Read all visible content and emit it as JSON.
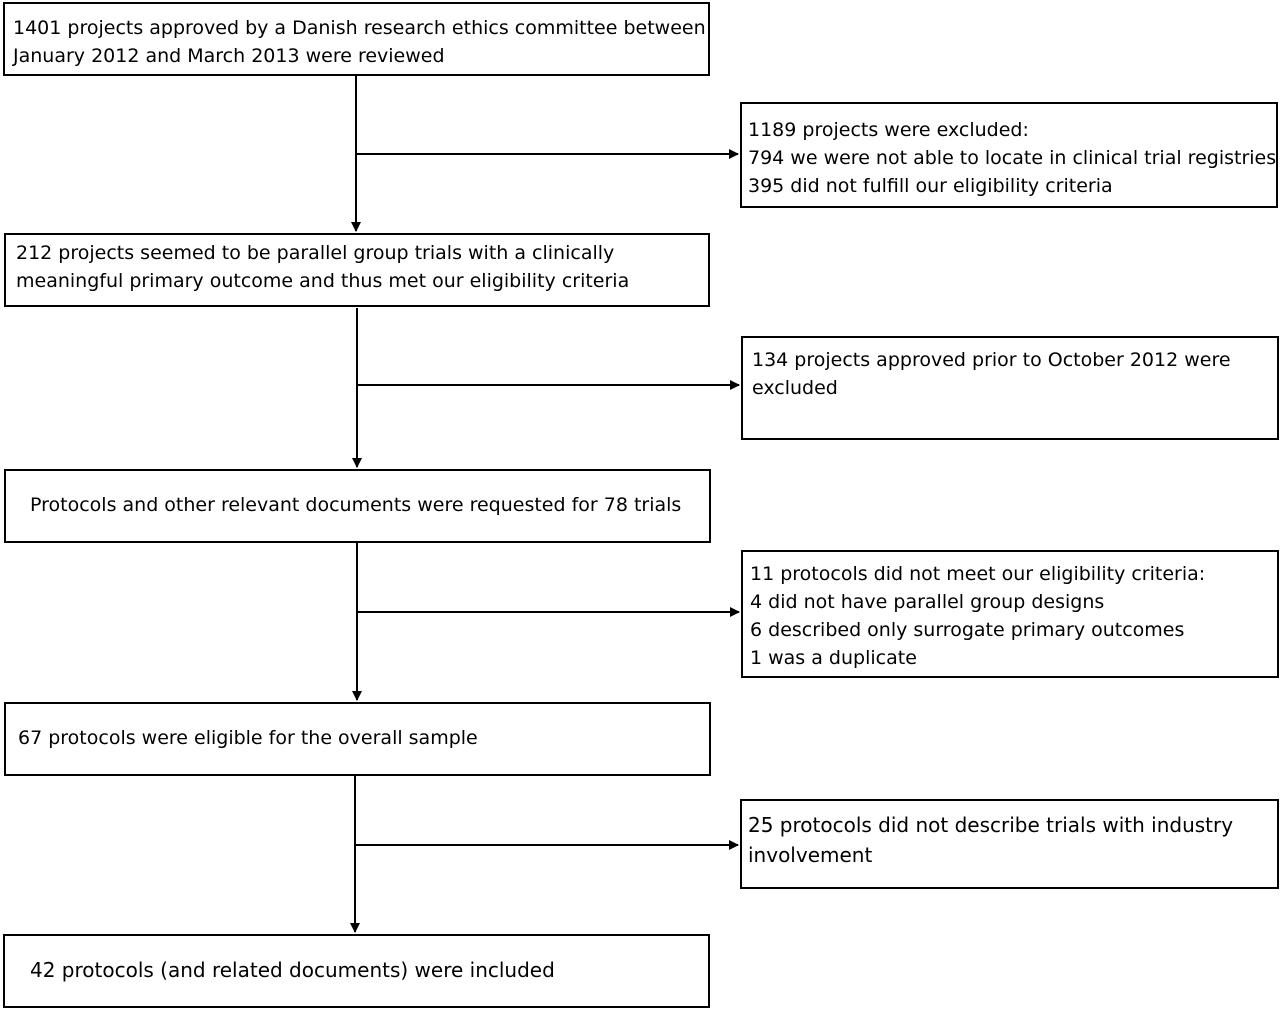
{
  "main_boxes": [
    {
      "id": "reviewed",
      "lines": [
        "1401 projects approved by a Danish research ethics committee between",
        "January 2012 and March 2013 were reviewed"
      ]
    },
    {
      "id": "seemed-eligible",
      "lines": [
        "212 projects seemed to be parallel group trials with a clinically",
        "meaningful primary outcome and thus met our eligibility criteria"
      ]
    },
    {
      "id": "requested",
      "lines": [
        "Protocols and other relevant documents were requested for 78 trials"
      ]
    },
    {
      "id": "eligible-sample",
      "lines": [
        "67 protocols were eligible for the overall sample"
      ]
    },
    {
      "id": "included",
      "lines": [
        "42 protocols (and related documents) were included"
      ]
    }
  ],
  "exclusion_boxes": [
    {
      "id": "excluded-1189",
      "lines": [
        "1189 projects were excluded:",
        "794 we were not able to locate in clinical trial registries",
        "395 did not fulfill our eligibility criteria"
      ]
    },
    {
      "id": "excluded-134",
      "lines": [
        "134 projects approved prior to October 2012 were",
        "excluded"
      ]
    },
    {
      "id": "excluded-11",
      "lines": [
        "11 protocols did not meet our eligibility criteria:",
        "4 did not have parallel group designs",
        "6 described only surrogate primary outcomes",
        "1 was a duplicate"
      ]
    },
    {
      "id": "excluded-25",
      "lines": [
        "25 protocols did not describe trials with industry",
        "involvement"
      ]
    }
  ]
}
